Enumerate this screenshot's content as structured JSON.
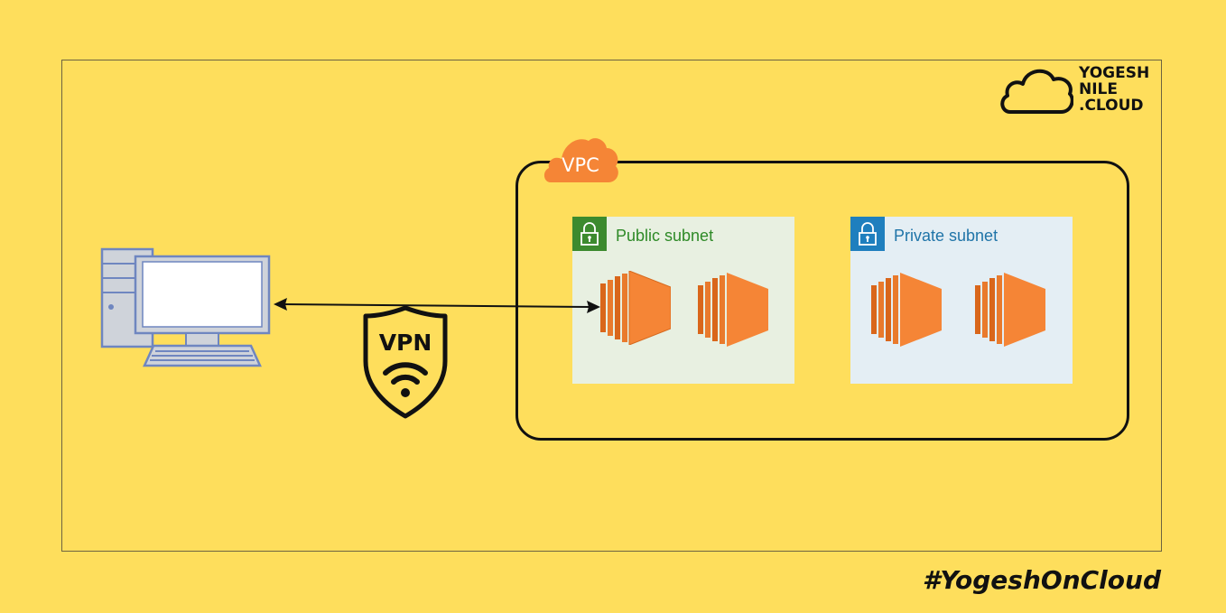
{
  "logo": {
    "lines": [
      "YOGESH",
      "NILE",
      ".CLOUD"
    ],
    "icon": "cloud-outline-icon"
  },
  "vpc": {
    "label": "VPC",
    "badge_icon": "cloud-icon",
    "badge_color": "#F58536"
  },
  "subnets": [
    {
      "label": "Public subnet",
      "icon": "lock-icon",
      "color": "#3C8A2E",
      "instances": 2
    },
    {
      "label": "Private subnet",
      "icon": "lock-icon",
      "color": "#1F7FBE",
      "instances": 2
    }
  ],
  "instance_icon": "ec2-instance-icon",
  "instance_color": "#F58536",
  "client": {
    "icon": "desktop-computer-icon"
  },
  "connection": {
    "type": "bidirectional-arrow"
  },
  "vpn": {
    "label": "VPN",
    "icon": "vpn-shield-icon"
  },
  "footer": {
    "hashtag": "#YogeshOnCloud"
  },
  "colors": {
    "background": "#FEDE5C",
    "frame": "#6d6340",
    "outline": "#111111"
  }
}
